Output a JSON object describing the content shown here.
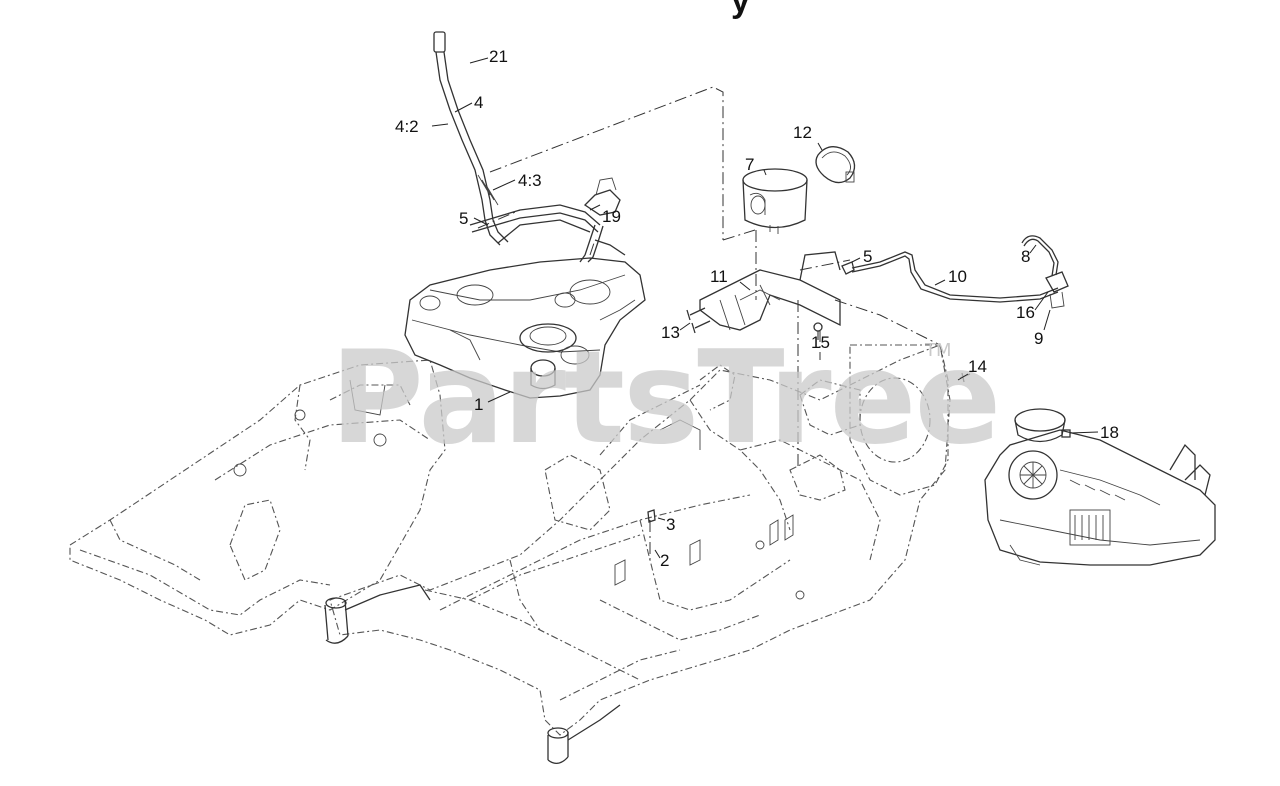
{
  "diagram": {
    "title_fragment": "y",
    "watermark": "PartsTree",
    "trademark": "TM",
    "callouts": {
      "c21": "21",
      "c4": "4",
      "c4_2": "4:2",
      "c4_3": "4:3",
      "c5a": "5",
      "c19": "19",
      "c12": "12",
      "c7": "7",
      "c5b": "5",
      "c10": "10",
      "c8": "8",
      "c11": "11",
      "c13": "13",
      "c15": "15",
      "c16": "16",
      "c9": "9",
      "c14": "14",
      "c1": "1",
      "c18": "18",
      "c3": "3",
      "c2": "2"
    }
  }
}
